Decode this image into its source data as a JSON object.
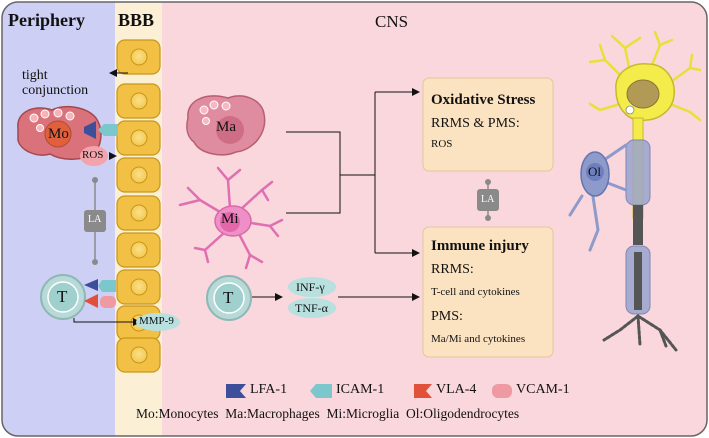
{
  "regions": {
    "periphery": "Periphery",
    "bbb": "BBB",
    "cns": "CNS"
  },
  "labels": {
    "tight_junction": "tight\nconjunction",
    "mo": "Mo",
    "ros_cell": "ROS",
    "la_left": "LA",
    "t_left": "T",
    "mmp9": "MMP-9",
    "ma": "Ma",
    "mi": "Mi",
    "t_cns": "T",
    "inf_gamma": "INF-γ",
    "tnf_alpha": "TNF-α",
    "ol": "Ol",
    "la_center": "LA"
  },
  "boxes": {
    "oxidative": {
      "title": "Oxidative Stress",
      "line1": "RRMS & PMS:",
      "line2": "ROS"
    },
    "immune": {
      "title": "Immune injury",
      "line1": "RRMS:",
      "line2": "T-cell and cytokines",
      "line3": "PMS:",
      "line4": "Ma/Mi and cytokines"
    }
  },
  "legend": {
    "items": [
      "LFA-1",
      "ICAM-1",
      "VLA-4",
      "VCAM-1"
    ],
    "abbreviations": "Mo:Monocytes  Ma:Macrophages  Mi:Microglia  Ol:Oligodendrocytes"
  },
  "colors": {
    "periphery_bg": "#cdd0f4",
    "bbb_bg": "#fbefd6",
    "cns_bg": "#f9d7dc",
    "box_bg": "#fbe3c2",
    "lfa1": "#3d4f9a",
    "icam1": "#7cc7cc",
    "vla4": "#e0503a",
    "vcam1": "#ef9aa2"
  }
}
